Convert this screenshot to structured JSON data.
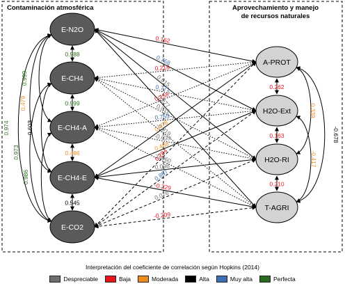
{
  "groups": {
    "left": {
      "title": "Contaminación atmosférica"
    },
    "right": {
      "title_line1": "Aprovechamiento y manejo",
      "title_line2": "de recursos naturales"
    }
  },
  "nodes": {
    "left": [
      {
        "id": "EN2O",
        "label": "E-N2O"
      },
      {
        "id": "ECH4",
        "label": "E-CH4"
      },
      {
        "id": "ECH4A",
        "label": "E-CH4-A"
      },
      {
        "id": "ECH4E",
        "label": "E-CH4-E"
      },
      {
        "id": "ECO2",
        "label": "E-CO2"
      }
    ],
    "right": [
      {
        "id": "APROT",
        "label": "A-PROT"
      },
      {
        "id": "H2OExt",
        "label": "H2O-Ext"
      },
      {
        "id": "H2ORI",
        "label": "H2O-RI"
      },
      {
        "id": "TAGRI",
        "label": "T-AGRI"
      }
    ]
  },
  "colors": {
    "Despreciable": "#6e6e6e",
    "Baja": "#e8141c",
    "Moderada": "#f08c1e",
    "Alta": "#000000",
    "Muy alta": "#3e6fb5",
    "Perfecta": "#2a6a1c"
  },
  "edges": [
    {
      "from": "EN2O",
      "to": "ECH4",
      "value": "0.988",
      "category": "Perfecta"
    },
    {
      "from": "ECH4",
      "to": "ECH4A",
      "value": "0.999",
      "category": "Perfecta"
    },
    {
      "from": "ECH4A",
      "to": "ECH4E",
      "value": "0.486",
      "category": "Moderada"
    },
    {
      "from": "ECH4E",
      "to": "ECO2",
      "value": "0.545",
      "category": "Alta"
    },
    {
      "from": "EN2O",
      "to": "ECH4A",
      "value": "0.999",
      "category": "Perfecta"
    },
    {
      "from": "EN2O",
      "to": "ECH4E",
      "value": "0.479",
      "category": "Moderada"
    },
    {
      "from": "EN2O",
      "to": "ECO2",
      "value": "0.974",
      "category": "Perfecta"
    },
    {
      "from": "ECH4",
      "to": "ECH4E",
      "value": "0.603",
      "category": "Alta"
    },
    {
      "from": "ECH4",
      "to": "ECO2",
      "value": "0.973",
      "category": "Perfecta"
    },
    {
      "from": "ECH4A",
      "to": "ECO2",
      "value": "0.986",
      "category": "Perfecta"
    },
    {
      "from": "APROT",
      "to": "H2OExt",
      "value": "0.262",
      "category": "Baja"
    },
    {
      "from": "H2OExt",
      "to": "H2ORI",
      "value": "0.163",
      "category": "Baja"
    },
    {
      "from": "H2ORI",
      "to": "TAGRI",
      "value": "0.210",
      "category": "Baja"
    },
    {
      "from": "APROT",
      "to": "H2ORI",
      "value": "0.339",
      "category": "Moderada"
    },
    {
      "from": "H2OExt",
      "to": "TAGRI",
      "value": "-0.417",
      "category": "Moderada"
    },
    {
      "from": "APROT",
      "to": "TAGRI",
      "value": "-0.678",
      "category": "Alta"
    },
    {
      "from": "EN2O",
      "to": "APROT",
      "value": "0.162",
      "category": "Baja"
    },
    {
      "from": "EN2O",
      "to": "H2OExt",
      "value": "0.768",
      "category": "Muy alta"
    },
    {
      "from": "EN2O",
      "to": "H2ORI",
      "value": "0.015",
      "category": "Despreciable"
    },
    {
      "from": "EN2O",
      "to": "TAGRI",
      "value": "0.077",
      "category": "Despreciable"
    },
    {
      "from": "ECH4",
      "to": "APROT",
      "value": "0.218",
      "category": "Baja"
    },
    {
      "from": "ECH4",
      "to": "H2OExt",
      "value": "0.771",
      "category": "Muy alta"
    },
    {
      "from": "ECH4",
      "to": "H2ORI",
      "value": "0.011",
      "category": "Despreciable"
    },
    {
      "from": "ECH4",
      "to": "TAGRI",
      "value": "-0.019",
      "category": "Despreciable"
    },
    {
      "from": "ECH4A",
      "to": "APROT",
      "value": "0.158",
      "category": "Baja"
    },
    {
      "from": "ECH4A",
      "to": "H2OExt",
      "value": "0.755",
      "category": "Muy alta"
    },
    {
      "from": "ECH4A",
      "to": "H2ORI",
      "value": "-0.037",
      "category": "Despreciable"
    },
    {
      "from": "ECH4A",
      "to": "TAGRI",
      "value": "-0.060",
      "category": "Despreciable"
    },
    {
      "from": "ECH4E",
      "to": "APROT",
      "value": "0.478",
      "category": "Moderada"
    },
    {
      "from": "ECH4E",
      "to": "H2OExt",
      "value": "0.468",
      "category": "Moderada"
    },
    {
      "from": "ECH4E",
      "to": "H2ORI",
      "value": "0.098",
      "category": "Despreciable"
    },
    {
      "from": "ECH4E",
      "to": "TAGRI",
      "value": "-0.229",
      "category": "Baja"
    },
    {
      "from": "ECO2",
      "to": "APROT",
      "value": "0.284",
      "category": "Baja"
    },
    {
      "from": "ECO2",
      "to": "H2OExt",
      "value": "0.867",
      "category": "Muy alta"
    },
    {
      "from": "ECO2",
      "to": "H2ORI",
      "value": "0.076",
      "category": "Despreciable"
    },
    {
      "from": "ECO2",
      "to": "TAGRI",
      "value": "-0.209",
      "category": "Baja"
    }
  ],
  "legend": {
    "title": "Interpretación del coeficiente de correlación según Hopkins (2014)",
    "items": [
      {
        "label": "Despreciable",
        "color": "#6e6e6e"
      },
      {
        "label": "Baja",
        "color": "#e8141c"
      },
      {
        "label": "Moderada",
        "color": "#f08c1e"
      },
      {
        "label": "Alta",
        "color": "#000000"
      },
      {
        "label": "Muy alta",
        "color": "#3e6fb5"
      },
      {
        "label": "Perfecta",
        "color": "#2a6a1c"
      }
    ]
  }
}
